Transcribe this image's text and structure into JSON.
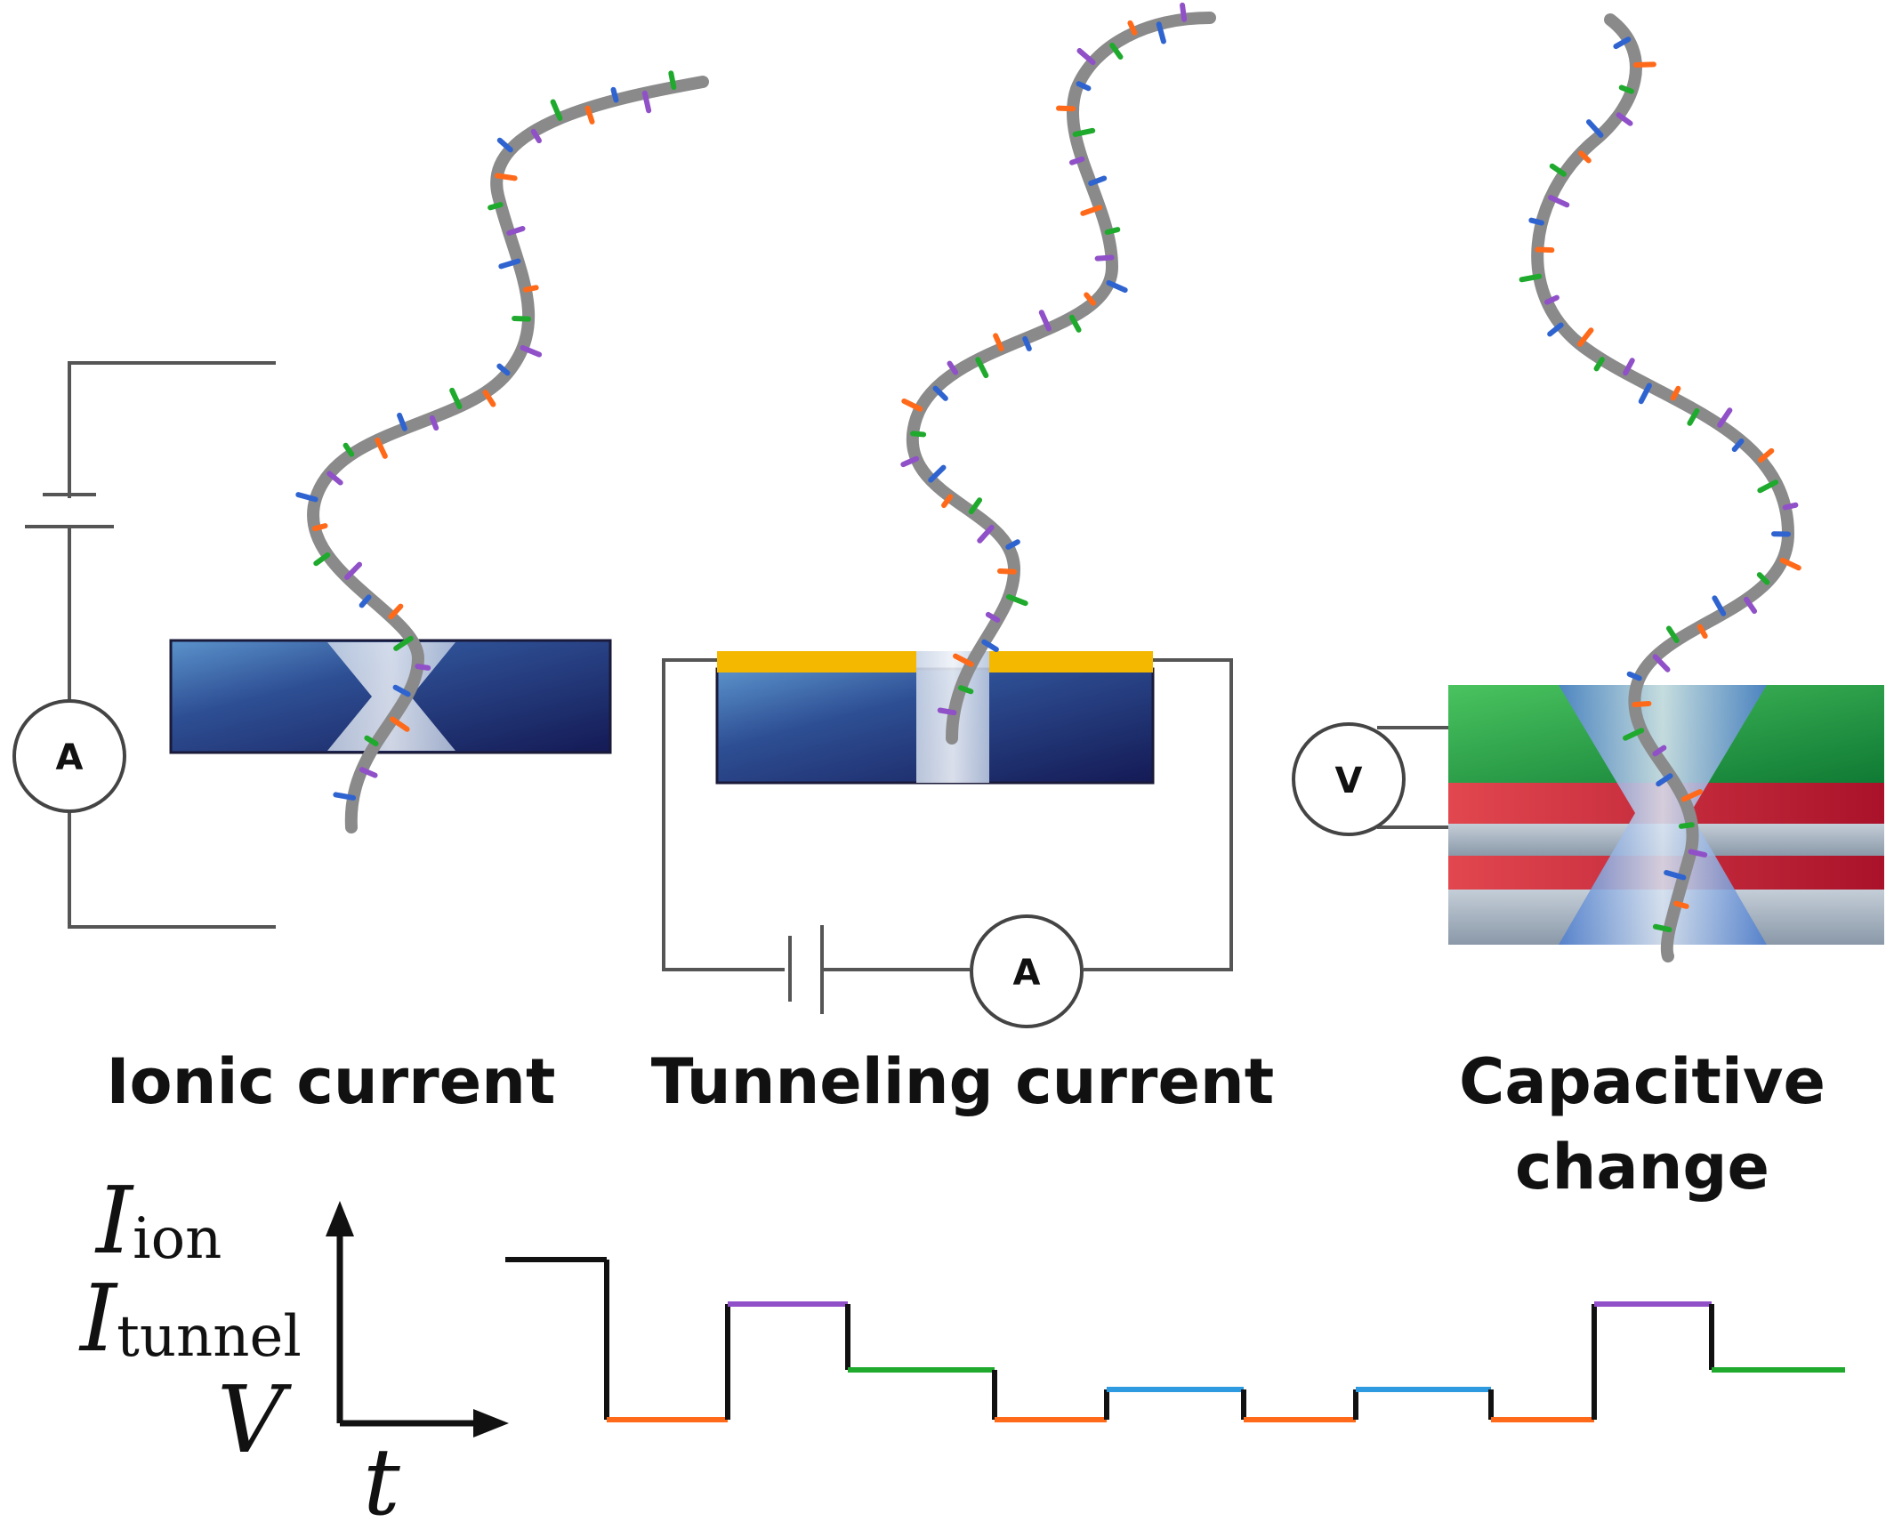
{
  "labels": {
    "ionic": "Ionic current",
    "tunneling": "Tunneling current",
    "capacitive_line1": "Capacitive",
    "capacitive_line2": "change"
  },
  "axis": {
    "y_line1_main": "I",
    "y_line1_sub": "ion",
    "y_line2_main": "I",
    "y_line2_sub": "tunnel",
    "y_line3": "V",
    "x": "t"
  },
  "meters": {
    "ammeter_left": "A",
    "ammeter_bottom": "A",
    "voltmeter": "V"
  },
  "colors": {
    "membrane_dark": "#1c2262",
    "membrane_light": "#6aa6dc",
    "gold_electrode": "#f5b800",
    "green_layer": "#23a443",
    "red_layer": "#d52a3a",
    "backbone": "#9a9a9a",
    "base_orange": "#ff6a1a",
    "base_green": "#1faa2e",
    "base_purple": "#9050c8",
    "base_blue": "#2f64d0",
    "wire": "#555555"
  },
  "signal": {
    "levels": [
      {
        "level": "high",
        "color": "#111111"
      },
      {
        "level": "low",
        "color": "#ff6a1a"
      },
      {
        "level": "top",
        "color": "#9050c8"
      },
      {
        "level": "mid",
        "color": "#1faa2e"
      },
      {
        "level": "low",
        "color": "#ff6a1a"
      },
      {
        "level": "midlow",
        "color": "#2e9be0"
      },
      {
        "level": "low",
        "color": "#ff6a1a"
      },
      {
        "level": "midlow",
        "color": "#2e9be0"
      },
      {
        "level": "low",
        "color": "#ff6a1a"
      },
      {
        "level": "top",
        "color": "#9050c8"
      },
      {
        "level": "mid",
        "color": "#1faa2e"
      }
    ]
  }
}
